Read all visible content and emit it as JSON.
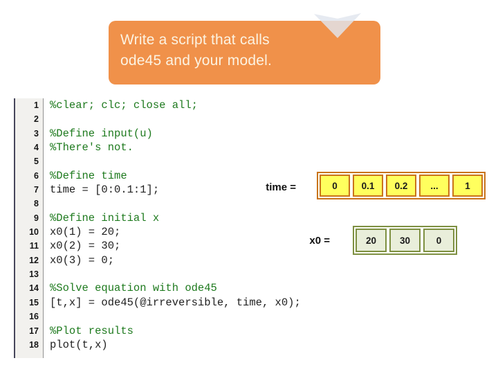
{
  "callout": {
    "lines": [
      "Write a script that calls",
      "ode45 and your model."
    ]
  },
  "icons": {
    "down_arrow": "chevron-down-arrow"
  },
  "code_editor": {
    "lines": [
      {
        "num": "1",
        "text": "%clear; clc; close all;",
        "type": "comment"
      },
      {
        "num": "2",
        "text": "",
        "type": "code"
      },
      {
        "num": "3",
        "text": "%Define input(u)",
        "type": "comment"
      },
      {
        "num": "4",
        "text": "%There's not.",
        "type": "comment"
      },
      {
        "num": "5",
        "text": "",
        "type": "code"
      },
      {
        "num": "6",
        "text": "%Define time",
        "type": "comment"
      },
      {
        "num": "7",
        "text": "time = [0:0.1:1];",
        "type": "code"
      },
      {
        "num": "8",
        "text": "",
        "type": "code"
      },
      {
        "num": "9",
        "text": "%Define initial x",
        "type": "comment"
      },
      {
        "num": "10",
        "text": "x0(1) = 20;",
        "type": "code"
      },
      {
        "num": "11",
        "text": "x0(2) = 30;",
        "type": "code"
      },
      {
        "num": "12",
        "text": "x0(3) = 0;",
        "type": "code"
      },
      {
        "num": "13",
        "text": "",
        "type": "code"
      },
      {
        "num": "14",
        "text": "%Solve equation with ode45",
        "type": "comment"
      },
      {
        "num": "15",
        "text": "[t,x] = ode45(@irreversible, time, x0);",
        "type": "code"
      },
      {
        "num": "16",
        "text": "",
        "type": "code"
      },
      {
        "num": "17",
        "text": "%Plot results",
        "type": "comment"
      },
      {
        "num": "18",
        "text": "plot(t,x)",
        "type": "code"
      }
    ]
  },
  "time_array": {
    "label": "time =",
    "cells": [
      "0",
      "0.1",
      "0.2",
      "...",
      "1"
    ]
  },
  "x0_array": {
    "label": "x0 =",
    "cells": [
      "20",
      "30",
      "0"
    ]
  },
  "colors": {
    "callout_bg": "#f0914a",
    "callout_text": "#fcf3e2",
    "comment_green": "#1e7a1e",
    "code_text": "#1f1f1f",
    "time_border": "#c9731b",
    "time_cell_bg": "#ffff5e",
    "x0_border": "#7e9042",
    "x0_cell_bg": "#e9eeda"
  }
}
